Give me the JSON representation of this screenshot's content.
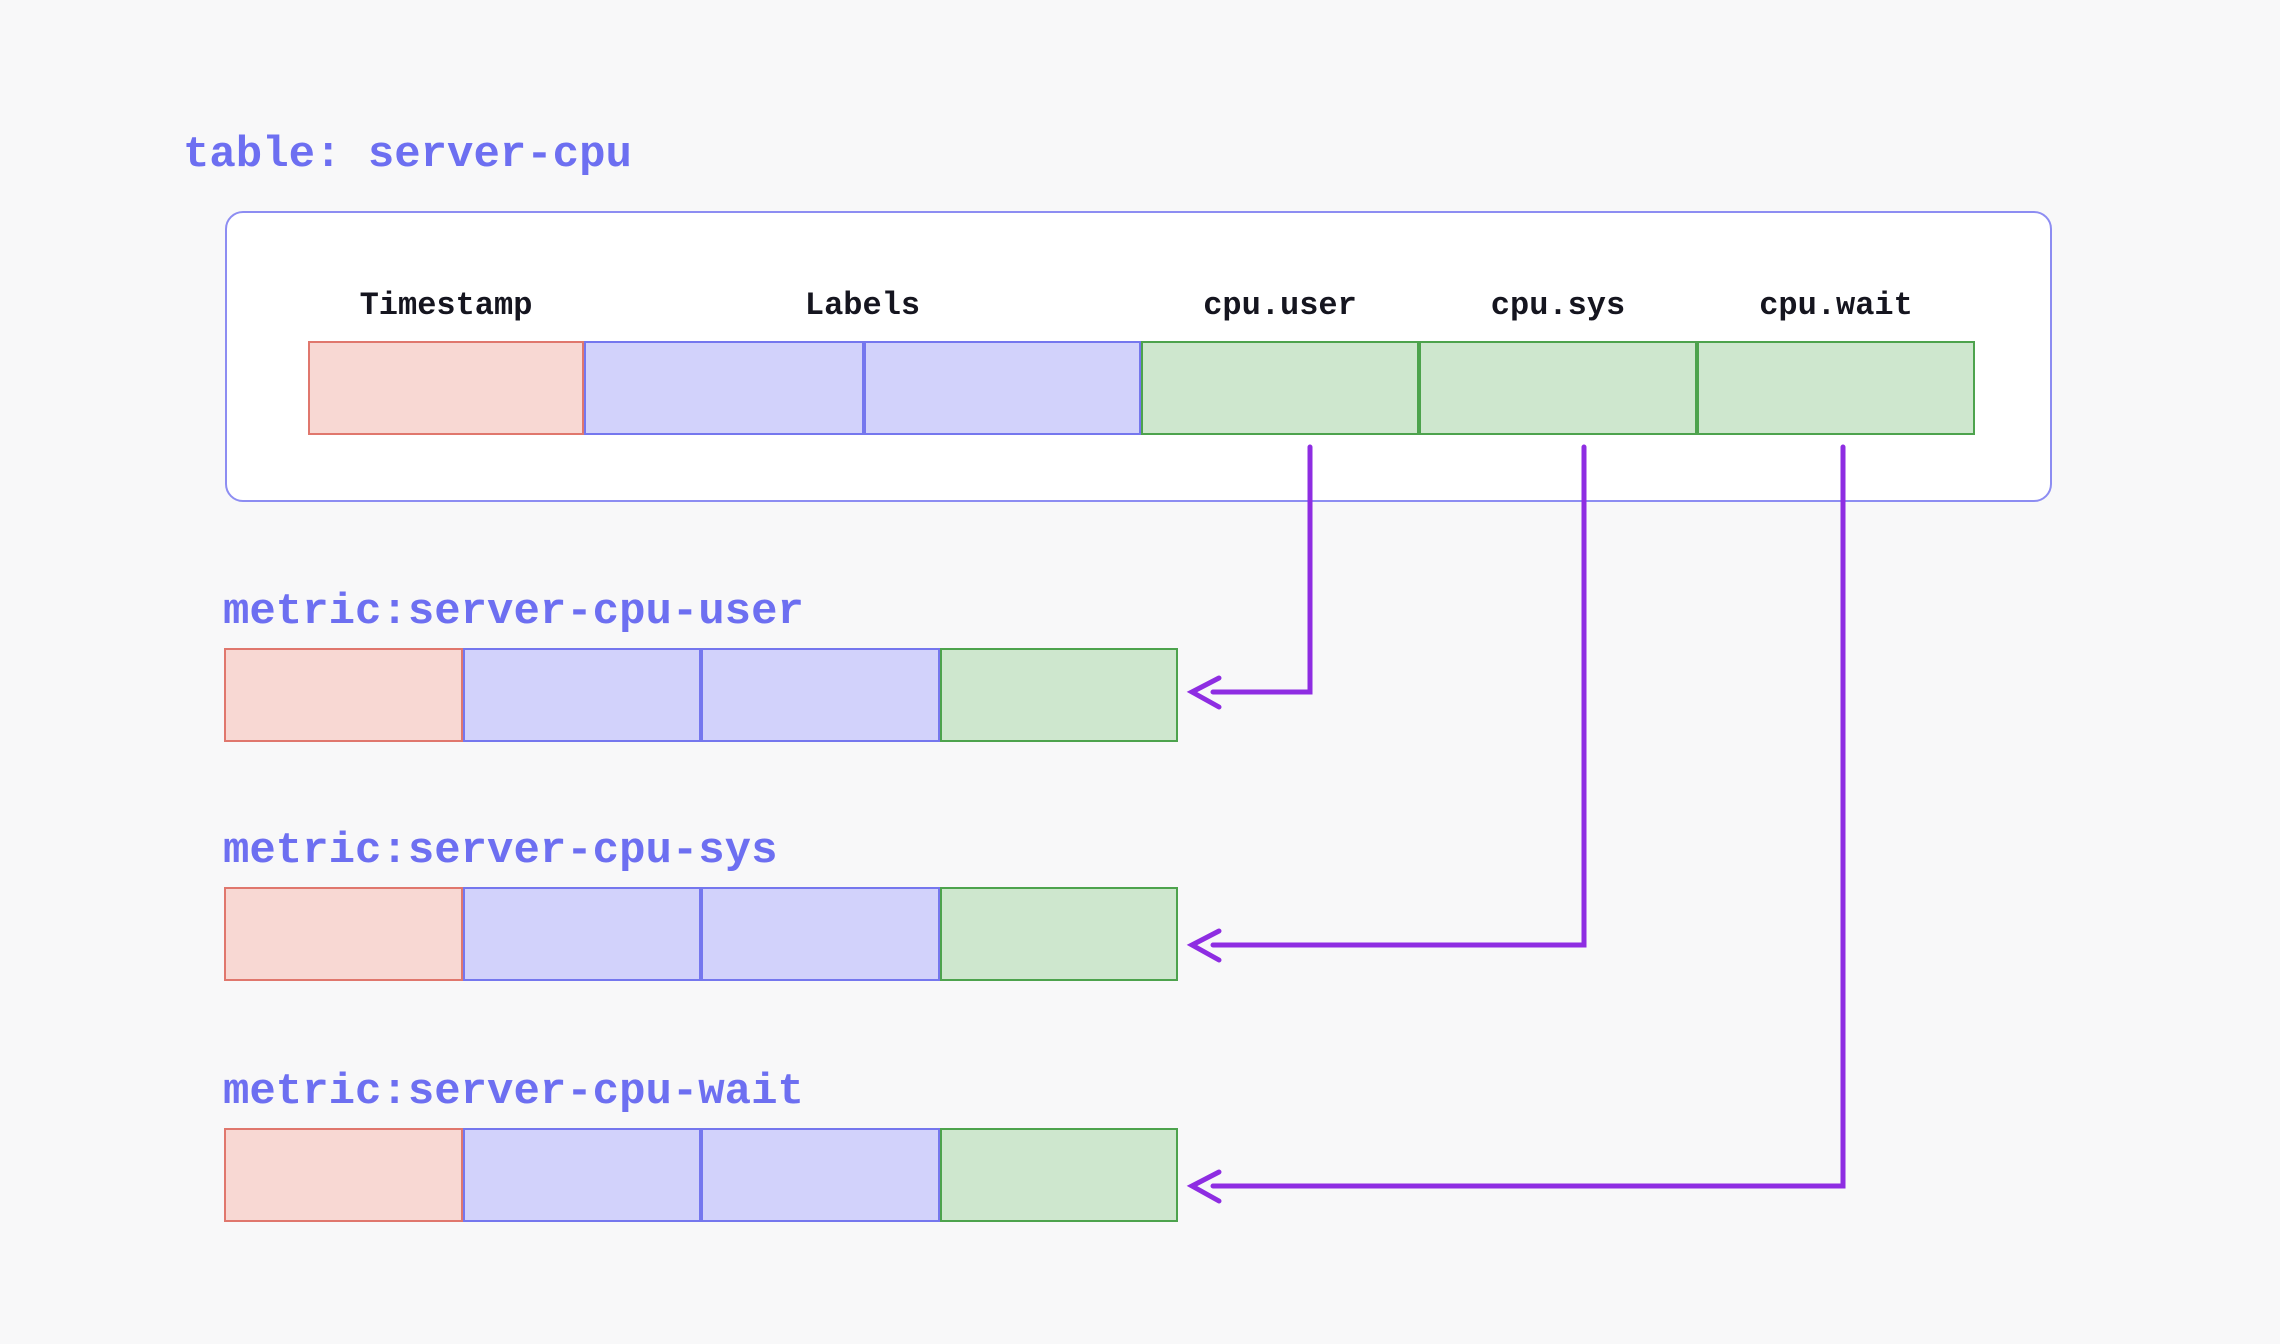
{
  "table": {
    "title": "table: server-cpu",
    "columns": [
      {
        "label": "Timestamp",
        "type": "timestamp"
      },
      {
        "label": "Labels",
        "type": "labels",
        "cell_count": 2
      },
      {
        "label": "cpu.user",
        "type": "field"
      },
      {
        "label": "cpu.sys",
        "type": "field"
      },
      {
        "label": "cpu.wait",
        "type": "field"
      }
    ]
  },
  "metrics": [
    {
      "label": "metric:server-cpu-user",
      "source_column": "cpu.user"
    },
    {
      "label": "metric:server-cpu-sys",
      "source_column": "cpu.sys"
    },
    {
      "label": "metric:server-cpu-wait",
      "source_column": "cpu.wait"
    }
  ],
  "arrows": [
    {
      "from": "cpu.user",
      "to": "metric:server-cpu-user"
    },
    {
      "from": "cpu.sys",
      "to": "metric:server-cpu-sys"
    },
    {
      "from": "cpu.wait",
      "to": "metric:server-cpu-wait"
    }
  ],
  "colors": {
    "bg": "#f8f8f9",
    "panel_bg": "#ffffff",
    "panel_border": "#8d8df2",
    "accent_text": "#6d6ff1",
    "header_text": "#15151f",
    "timestamp_fill": "#f8d8d3",
    "timestamp_border": "#e0776d",
    "labels_fill": "#d2d2fb",
    "labels_border": "#7577ee",
    "field_fill": "#cee7ce",
    "field_border": "#4da34d",
    "arrow": "#8e2de2"
  }
}
